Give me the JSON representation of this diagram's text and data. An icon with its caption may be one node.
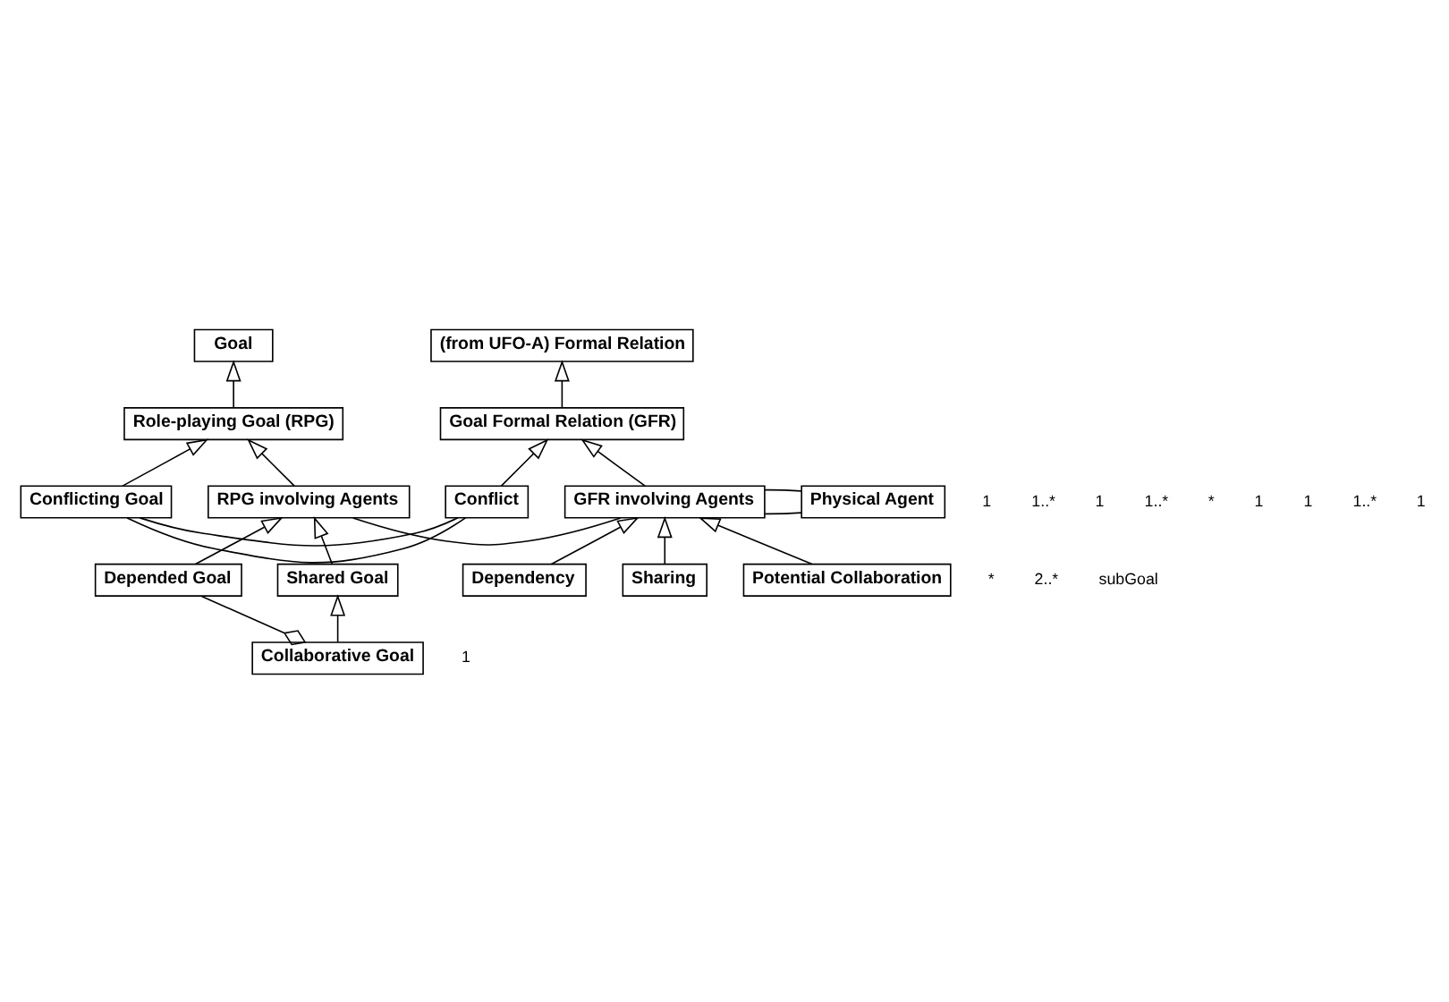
{
  "diagram": {
    "nodes": [
      {
        "text": [
          "Goal"
        ]
      },
      {
        "text": [
          "Role-playing Goal (RPG)"
        ]
      },
      {
        "text": [
          "(from UFO-A) Formal Relation"
        ]
      },
      {
        "text": [
          "Goal Formal Relation (GFR)"
        ]
      },
      {
        "text": [
          "Conflicting Goal"
        ]
      },
      {
        "text": [
          "Conflict"
        ]
      },
      {
        "text": [
          "RPG involving Agents"
        ]
      },
      {
        "text": [
          "GFR involving Agents"
        ]
      },
      {
        "text": [
          "Physical Agent"
        ]
      },
      {
        "text": [
          "Depended Goal"
        ]
      },
      {
        "text": [
          "Shared Goal"
        ]
      },
      {
        "text": [
          "Dependency"
        ]
      },
      {
        "text": [
          "Sharing"
        ]
      },
      {
        "text": [
          "Potential Collaboration"
        ]
      },
      {
        "text": [
          "Collaborative Goal"
        ]
      }
    ],
    "edges": [
      {
        "from": 1,
        "to": 0,
        "arrow": "to"
      },
      {
        "from": 3,
        "to": 2,
        "arrow": "to"
      },
      {
        "from": 4,
        "to": 1,
        "arrow": "to"
      },
      {
        "from": 5,
        "to": 3,
        "arrow": "to"
      },
      {
        "from": 6,
        "to": 1,
        "arrow": "to"
      },
      {
        "from": 7,
        "to": 3,
        "arrow": "to"
      },
      {
        "from": 4,
        "to": 5,
        "arrow": "none"
      },
      {
        "from": 4,
        "to": 5,
        "arrow": "none"
      },
      {
        "from": 6,
        "to": 7,
        "arrow": "none"
      },
      {
        "from": 7,
        "to": 8,
        "arrow": "none"
      },
      {
        "from": 7,
        "to": 8,
        "arrow": "none"
      },
      {
        "from": 9,
        "to": 6,
        "arrow": "to"
      },
      {
        "from": 10,
        "to": 6,
        "arrow": "to"
      },
      {
        "from": 11,
        "to": 7,
        "arrow": "to"
      },
      {
        "from": 12,
        "to": 7,
        "arrow": "to"
      },
      {
        "from": 13,
        "to": 7,
        "arrow": "to"
      },
      {
        "from": 14,
        "to": 10,
        "arrow": "to"
      },
      {
        "from": 9,
        "to": 14,
        "arrow": "other"
      }
    ],
    "labels": [
      "1",
      "1..*",
      "1",
      "1..*",
      "*",
      "1",
      "1",
      "1..*",
      "1",
      "*",
      "2..*",
      "subGoal",
      "1"
    ]
  }
}
